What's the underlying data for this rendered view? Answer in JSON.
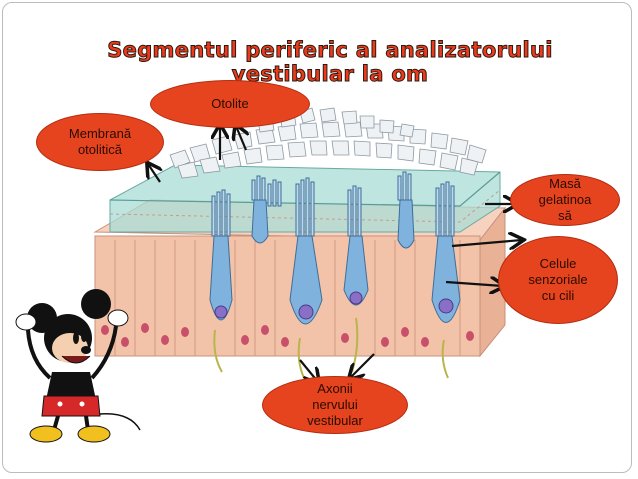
{
  "slide": {
    "title": "Segmentul periferic al analizatorului vestibular la om"
  },
  "labels": {
    "otolite": "Otolite",
    "membrana": "Membrană\notolitică",
    "masa": "Masă\ngelatinoa\nsă",
    "celule": "Celule\nsenzoriale\ncu cili",
    "axonii": "Axonii\nnervului\nvestibular"
  },
  "colors": {
    "bubble": "#e5441f",
    "title": "#ee3a1c",
    "gel": "#9fd3cf",
    "hair_cell": "#7fb3dd",
    "tissue": "#f3c3a9"
  }
}
